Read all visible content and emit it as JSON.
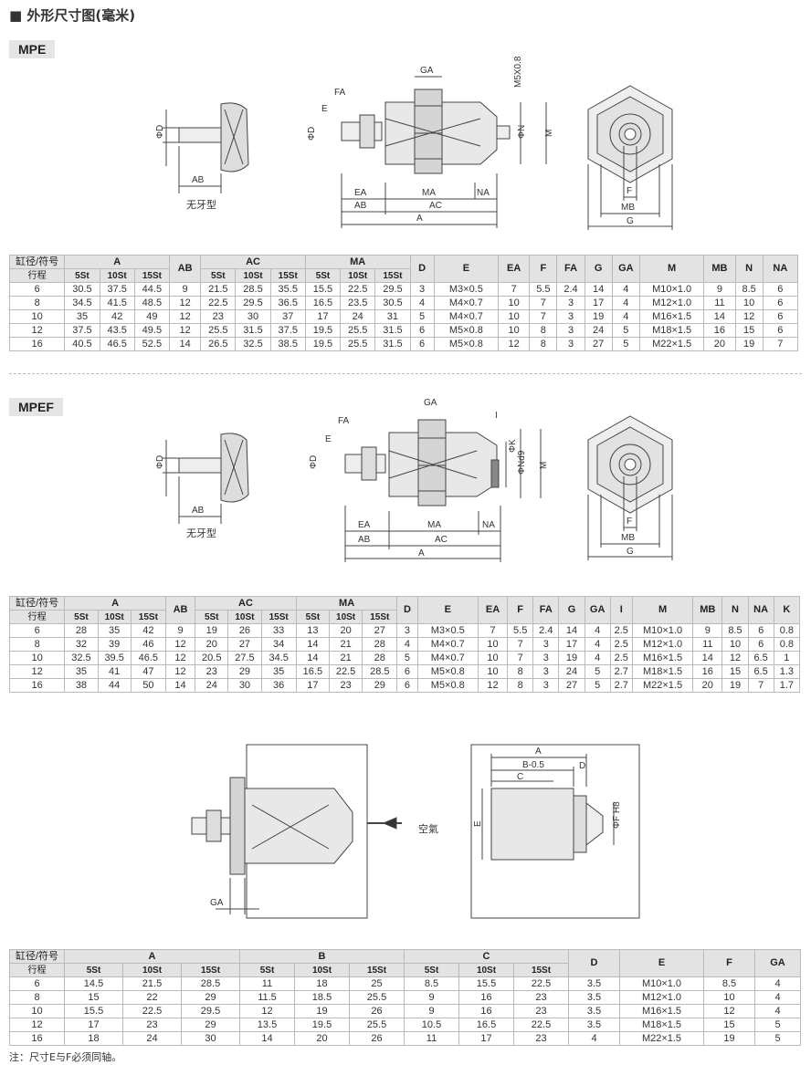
{
  "page_title": "■ 外形尺寸图(毫米)",
  "sections": [
    {
      "badge": "MPE"
    },
    {
      "badge": "MPEF"
    }
  ],
  "diagram_text": {
    "no_thread": "无牙型",
    "air": "空氣"
  },
  "table1": {
    "head_label_1": "缸径/符号",
    "head_label_2": "行程",
    "strokes": [
      "5St",
      "10St",
      "15St"
    ],
    "groups": [
      "A",
      "AC",
      "MA"
    ],
    "singles": [
      "AB",
      "D",
      "E",
      "EA",
      "F",
      "FA",
      "G",
      "GA",
      "M",
      "MB",
      "N",
      "NA"
    ],
    "rows": [
      [
        "6",
        "30.5",
        "37.5",
        "44.5",
        "9",
        "21.5",
        "28.5",
        "35.5",
        "15.5",
        "22.5",
        "29.5",
        "3",
        "M3×0.5",
        "7",
        "5.5",
        "2.4",
        "14",
        "4",
        "M10×1.0",
        "9",
        "8.5",
        "6"
      ],
      [
        "8",
        "34.5",
        "41.5",
        "48.5",
        "12",
        "22.5",
        "29.5",
        "36.5",
        "16.5",
        "23.5",
        "30.5",
        "4",
        "M4×0.7",
        "10",
        "7",
        "3",
        "17",
        "4",
        "M12×1.0",
        "11",
        "10",
        "6"
      ],
      [
        "10",
        "35",
        "42",
        "49",
        "12",
        "23",
        "30",
        "37",
        "17",
        "24",
        "31",
        "5",
        "M4×0.7",
        "10",
        "7",
        "3",
        "19",
        "4",
        "M16×1.5",
        "14",
        "12",
        "6"
      ],
      [
        "12",
        "37.5",
        "43.5",
        "49.5",
        "12",
        "25.5",
        "31.5",
        "37.5",
        "19.5",
        "25.5",
        "31.5",
        "6",
        "M5×0.8",
        "10",
        "8",
        "3",
        "24",
        "5",
        "M18×1.5",
        "16",
        "15",
        "6"
      ],
      [
        "16",
        "40.5",
        "46.5",
        "52.5",
        "14",
        "26.5",
        "32.5",
        "38.5",
        "19.5",
        "25.5",
        "31.5",
        "6",
        "M5×0.8",
        "12",
        "8",
        "3",
        "27",
        "5",
        "M22×1.5",
        "20",
        "19",
        "7"
      ]
    ]
  },
  "table2": {
    "head_label_1": "缸径/符号",
    "head_label_2": "行程",
    "strokes": [
      "5St",
      "10St",
      "15St"
    ],
    "groups": [
      "A",
      "AC",
      "MA"
    ],
    "singles": [
      "AB",
      "D",
      "E",
      "EA",
      "F",
      "FA",
      "G",
      "GA",
      "I",
      "M",
      "MB",
      "N",
      "NA",
      "K"
    ],
    "rows": [
      [
        "6",
        "28",
        "35",
        "42",
        "9",
        "19",
        "26",
        "33",
        "13",
        "20",
        "27",
        "3",
        "M3×0.5",
        "7",
        "5.5",
        "2.4",
        "14",
        "4",
        "2.5",
        "M10×1.0",
        "9",
        "8.5",
        "6",
        "0.8"
      ],
      [
        "8",
        "32",
        "39",
        "46",
        "12",
        "20",
        "27",
        "34",
        "14",
        "21",
        "28",
        "4",
        "M4×0.7",
        "10",
        "7",
        "3",
        "17",
        "4",
        "2.5",
        "M12×1.0",
        "11",
        "10",
        "6",
        "0.8"
      ],
      [
        "10",
        "32.5",
        "39.5",
        "46.5",
        "12",
        "20.5",
        "27.5",
        "34.5",
        "14",
        "21",
        "28",
        "5",
        "M4×0.7",
        "10",
        "7",
        "3",
        "19",
        "4",
        "2.5",
        "M16×1.5",
        "14",
        "12",
        "6.5",
        "1"
      ],
      [
        "12",
        "35",
        "41",
        "47",
        "12",
        "23",
        "29",
        "35",
        "16.5",
        "22.5",
        "28.5",
        "6",
        "M5×0.8",
        "10",
        "8",
        "3",
        "24",
        "5",
        "2.7",
        "M18×1.5",
        "16",
        "15",
        "6.5",
        "1.3"
      ],
      [
        "16",
        "38",
        "44",
        "50",
        "14",
        "24",
        "30",
        "36",
        "17",
        "23",
        "29",
        "6",
        "M5×0.8",
        "12",
        "8",
        "3",
        "27",
        "5",
        "2.7",
        "M22×1.5",
        "20",
        "19",
        "7",
        "1.7"
      ]
    ]
  },
  "table3": {
    "head_label_1": "缸径/符号",
    "head_label_2": "行程",
    "strokes": [
      "5St",
      "10St",
      "15St"
    ],
    "groups": [
      "A",
      "B",
      "C"
    ],
    "singles": [
      "D",
      "E",
      "F",
      "GA"
    ],
    "rows": [
      [
        "6",
        "14.5",
        "21.5",
        "28.5",
        "11",
        "18",
        "25",
        "8.5",
        "15.5",
        "22.5",
        "3.5",
        "M10×1.0",
        "8.5",
        "4"
      ],
      [
        "8",
        "15",
        "22",
        "29",
        "11.5",
        "18.5",
        "25.5",
        "9",
        "16",
        "23",
        "3.5",
        "M12×1.0",
        "10",
        "4"
      ],
      [
        "10",
        "15.5",
        "22.5",
        "29.5",
        "12",
        "19",
        "26",
        "9",
        "16",
        "23",
        "3.5",
        "M16×1.5",
        "12",
        "4"
      ],
      [
        "12",
        "17",
        "23",
        "29",
        "13.5",
        "19.5",
        "25.5",
        "10.5",
        "16.5",
        "22.5",
        "3.5",
        "M18×1.5",
        "15",
        "5"
      ],
      [
        "16",
        "18",
        "24",
        "30",
        "14",
        "20",
        "26",
        "11",
        "17",
        "23",
        "4",
        "M22×1.5",
        "19",
        "5"
      ]
    ]
  },
  "note": "注：尺寸E与F必须同轴。"
}
